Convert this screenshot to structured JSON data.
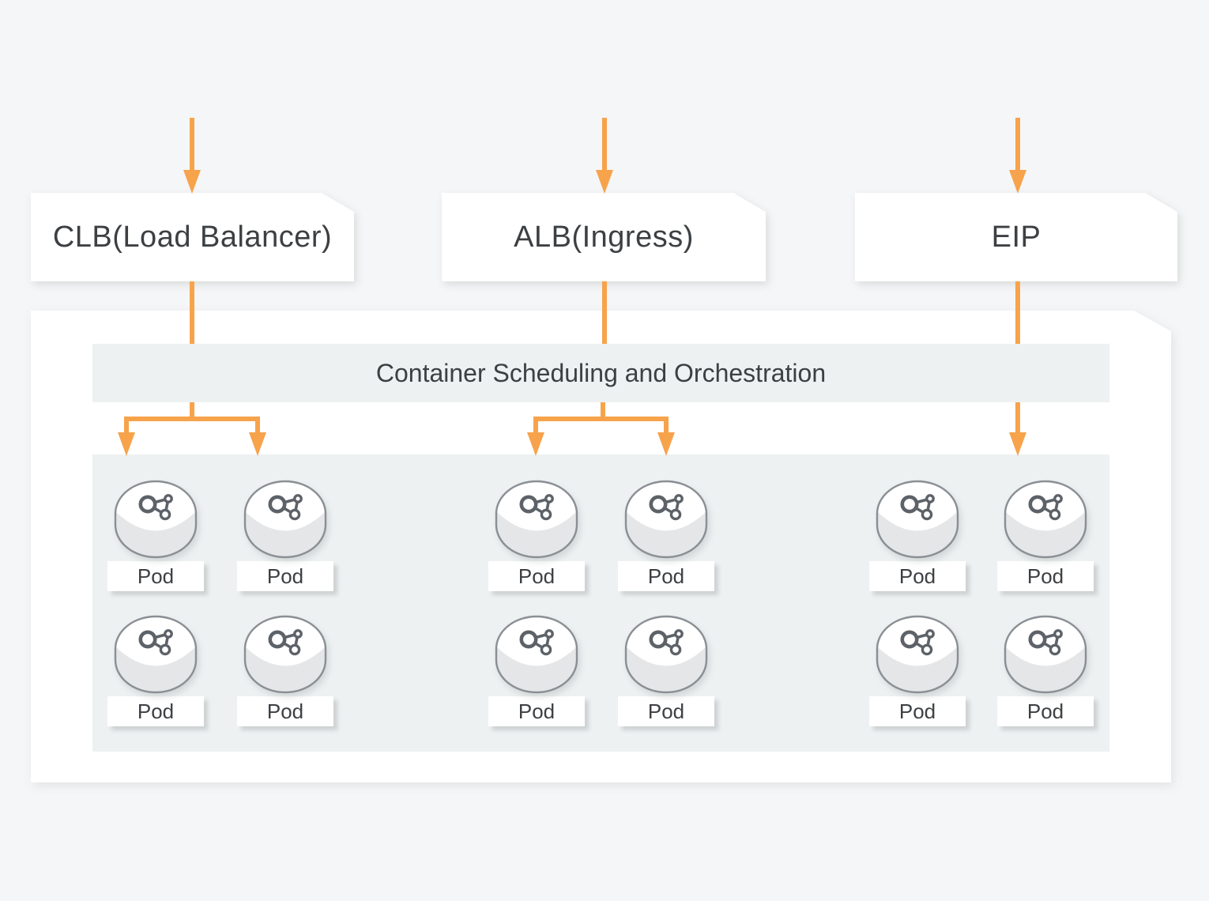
{
  "diagram": {
    "title_nodes": {
      "clb": {
        "label": "CLB(Load Balancer)"
      },
      "alb": {
        "label": "ALB(Ingress)"
      },
      "eip": {
        "label": "EIP"
      }
    },
    "cluster": {
      "banner": "Container Scheduling and Orchestration",
      "groups": [
        {
          "id": "clb-pods",
          "pods": [
            "Pod",
            "Pod",
            "Pod",
            "Pod"
          ]
        },
        {
          "id": "alb-pods",
          "pods": [
            "Pod",
            "Pod",
            "Pod",
            "Pod"
          ]
        },
        {
          "id": "eip-pods",
          "pods": [
            "Pod",
            "Pod",
            "Pod",
            "Pod"
          ]
        }
      ]
    },
    "icons": {
      "pod_shape": "cylinder-disc-icon",
      "pod_glyph": "molecule-icon",
      "connector": "down-arrow"
    },
    "colors": {
      "background": "#f5f6f7",
      "surface": "#ffffff",
      "panel": "#edf1f2",
      "arrow_accent": "#f7a34c",
      "disc_stroke": "#8a8f94",
      "disc_side": "#e4e6e8",
      "icon_stroke": "#5d6268",
      "text": "#3d4043"
    }
  }
}
